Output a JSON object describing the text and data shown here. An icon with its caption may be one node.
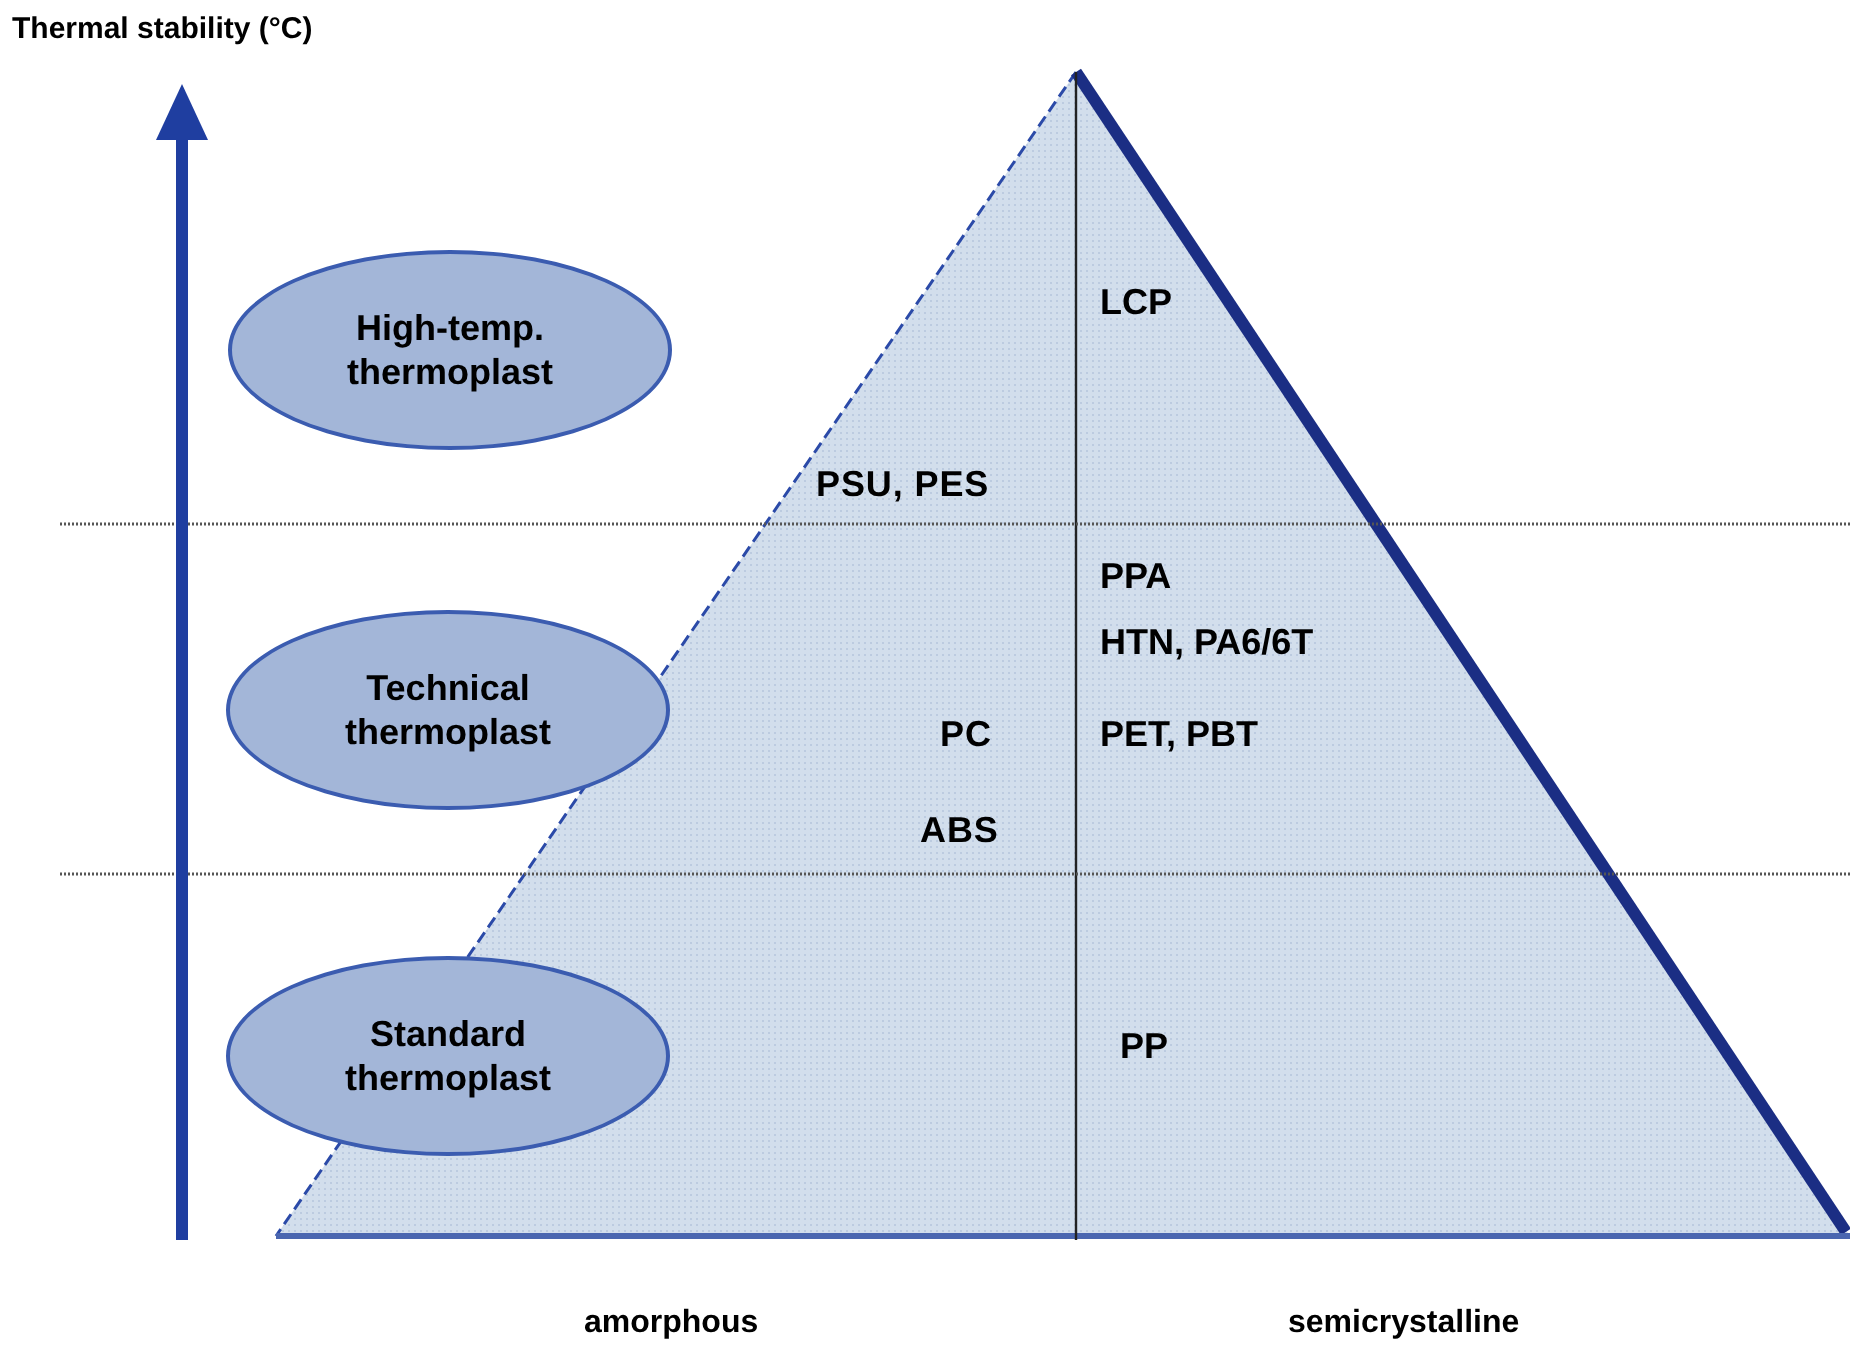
{
  "diagram": {
    "nodes": [
      {
        "text": [
          "High-temp. thermoplast"
        ]
      },
      {
        "text": [
          "Technical thermoplast"
        ]
      },
      {
        "text": [
          "Standard thermoplast"
        ]
      }
    ],
    "labels": [
      "Thermal stability (°C)",
      "LCP",
      "PSU, PES",
      "PPA",
      "HTN, PA6/6T",
      "PC",
      "PET, PBT",
      "ABS",
      "PP",
      "amorphous",
      "semicrystalline"
    ]
  }
}
